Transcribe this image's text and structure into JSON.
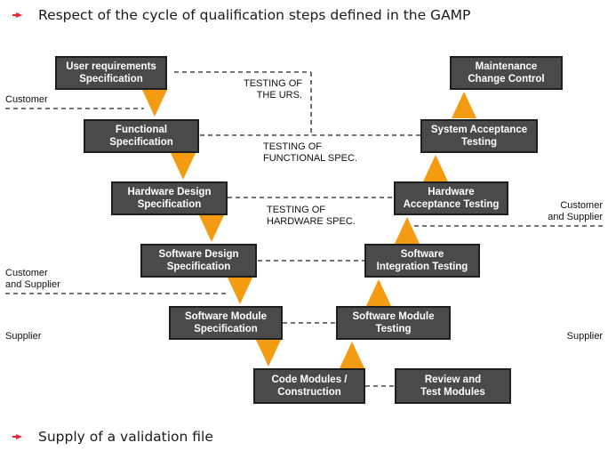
{
  "bullets": [
    "Respect of the cycle of qualification steps defined in the GAMP",
    "Supply of a validation file"
  ],
  "left_boxes": [
    "User requirements\nSpecification",
    "Functional\nSpecification",
    "Hardware Design\nSpecification",
    "Software Design\nSpecification",
    "Software Module\nSpecification"
  ],
  "bottom_box": "Code Modules /\nConstruction",
  "review_box": "Review and\nTest Modules",
  "right_boxes": [
    "Maintenance\nChange Control",
    "System Acceptance\nTesting",
    "Hardware\nAcceptance Testing",
    "Software\nIntegration Testing",
    "Software Module\nTesting"
  ],
  "testing_notes": [
    "TESTING OF\nTHE URS.",
    "TESTING OF\nFUNCTIONAL SPEC.",
    "TESTING OF\nHARDWARE SPEC."
  ],
  "side_labels": {
    "left_customer": "Customer",
    "left_customer_supplier": "Customer\nand Supplier",
    "left_supplier": "Supplier",
    "right_customer_supplier": "Customer\nand Supplier",
    "right_supplier": "Supplier"
  },
  "colors": {
    "box_fill": "#4a4a4a",
    "arrow": "#f39c12",
    "bullet_arrow": "#e8212a"
  }
}
